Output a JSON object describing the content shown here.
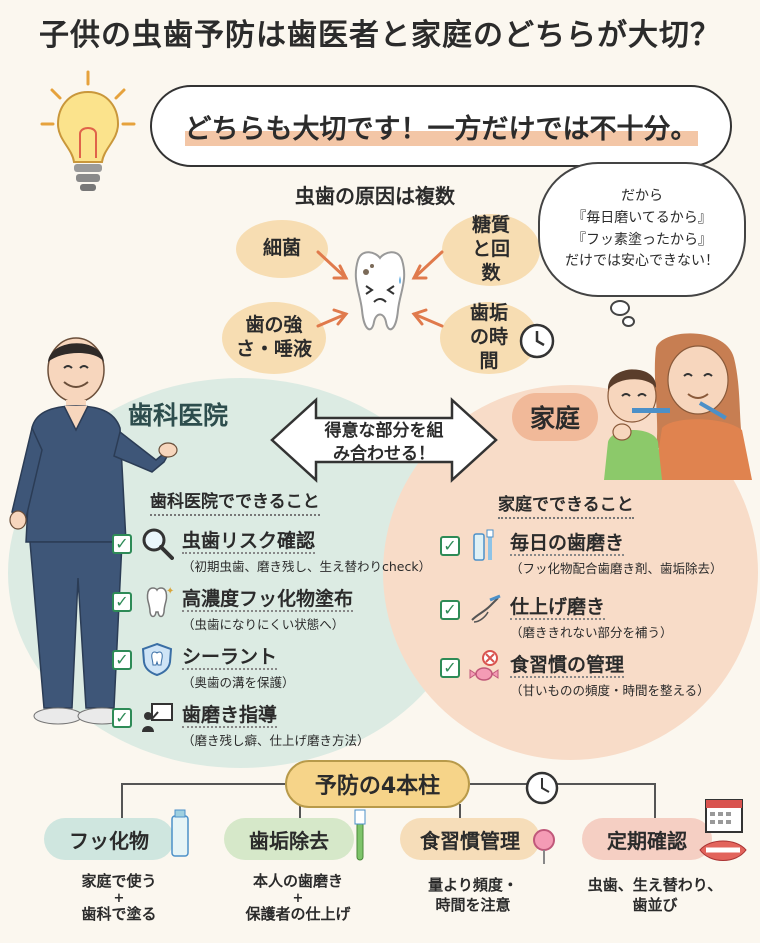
{
  "title": "子供の虫歯予防は歯医者と家庭のどちらが大切？",
  "answer": "どちらも大切です！一方だけでは不十分。",
  "causes": {
    "title": "虫歯の原因は複数",
    "items": [
      "細菌",
      "糖質と回数",
      "歯の強さ・唾液",
      "歯垢の時間"
    ]
  },
  "thought": {
    "lines": [
      "だから",
      "『毎日磨いてるから』",
      "『フッ素塗ったから』",
      "だけでは安心できない！"
    ]
  },
  "center_label": "得意な部分を組み合わせる！",
  "clinic": {
    "label": "歯科医院",
    "subtitle": "歯科医院でできること",
    "items": [
      {
        "icon": "magnifier-icon",
        "title": "虫歯リスク確認",
        "desc": "（初期虫歯、磨き残し、生え替わりcheck）"
      },
      {
        "icon": "sparkle-tooth-icon",
        "title": "高濃度フッ化物塗布",
        "desc": "（虫歯になりにくい状態へ）"
      },
      {
        "icon": "shield-tooth-icon",
        "title": "シーラント",
        "desc": "（奥歯の溝を保護）"
      },
      {
        "icon": "teacher-icon",
        "title": "歯磨き指導",
        "desc": "（磨き残し癖、仕上げ磨き方法）"
      }
    ]
  },
  "home": {
    "label": "家庭",
    "subtitle": "家庭でできること",
    "items": [
      {
        "icon": "toothbrush-toothpaste-icon",
        "title": "毎日の歯磨き",
        "desc": "（フッ化物配合歯磨き剤、歯垢除去）"
      },
      {
        "icon": "hand-brush-icon",
        "title": "仕上げ磨き",
        "desc": "（磨ききれない部分を補う）"
      },
      {
        "icon": "candy-no-icon",
        "title": "食習慣の管理",
        "desc": "（甘いものの頻度・時間を整える）"
      }
    ]
  },
  "pillars": {
    "title": "予防の4本柱",
    "items": [
      {
        "label": "フッ化物",
        "icon": "toothpaste-icon",
        "desc_lines": [
          "家庭で使う",
          "+",
          "歯科で塗る"
        ],
        "color": "#cfe6df"
      },
      {
        "label": "歯垢除去",
        "icon": "toothbrush-icon",
        "desc_lines": [
          "本人の歯磨き",
          "+",
          "保護者の仕上げ"
        ],
        "color": "#d6e8c9"
      },
      {
        "label": "食習慣管理",
        "icon": "clock-lollipop-icon",
        "desc_lines": [
          "量より頻度・",
          "時間を注意"
        ],
        "color": "#f6ddb9"
      },
      {
        "label": "定期確認",
        "icon": "calendar-mouth-icon",
        "desc_lines": [
          "虫歯、生え替わり、",
          "歯並び"
        ],
        "color": "#f5cfc3"
      }
    ]
  },
  "colors": {
    "teal": "#dcebe3",
    "peach": "#f8dcc8",
    "gold": "#f6d489",
    "check": "#2e8b57"
  }
}
